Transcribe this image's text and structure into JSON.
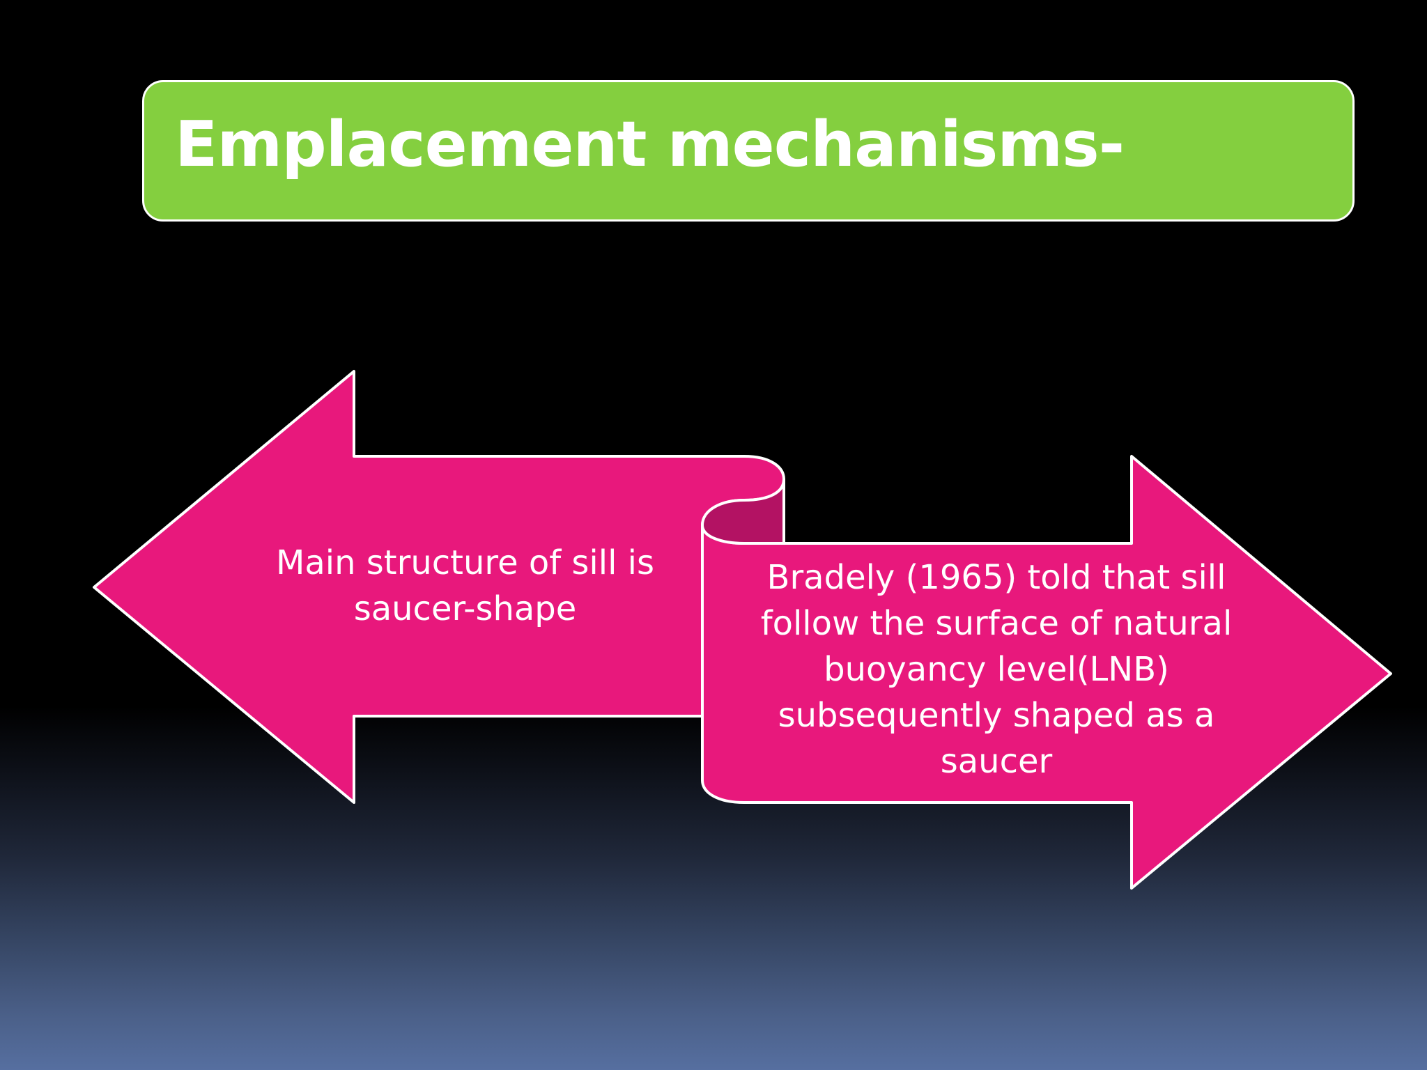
{
  "slide": {
    "title": "Emplacement mechanisms-"
  },
  "left_arrow": {
    "text": "Main structure of sill is saucer-shape"
  },
  "right_arrow": {
    "text": "Bradely (1965) told that sill follow the surface of natural buoyancy level(LNB) subsequently shaped as a saucer"
  },
  "colors": {
    "title_fill": "#84cf3f",
    "arrow_fill": "#e8187c",
    "arrow_fold": "#b31263",
    "outline": "#ffffff",
    "text": "#ffffff"
  }
}
